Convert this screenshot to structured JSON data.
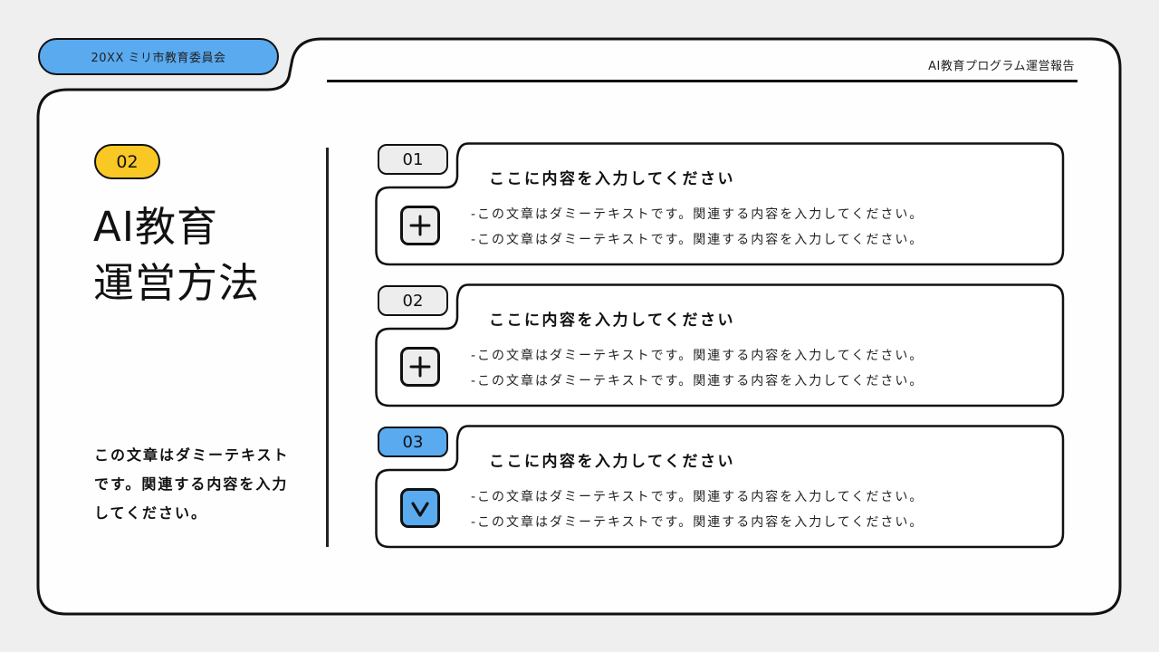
{
  "header": {
    "organization": "20XX ミリ市教育委員会",
    "report_title": "AI教育プログラム運営報告"
  },
  "section": {
    "number": "02",
    "title_line1": "AI教育",
    "title_line2": "運営方法",
    "description": "この文章はダミーテキストです。関連する内容を入力してください。"
  },
  "colors": {
    "accent_blue": "#5aaaf0",
    "accent_yellow": "#f9c825",
    "outline": "#111111",
    "background": "#f0efef",
    "panel": "#ffffff"
  },
  "items": [
    {
      "number": "01",
      "title": "ここに内容を入力してください",
      "icon": "plus-icon",
      "active": false,
      "lines": [
        "-この文章はダミーテキストです。関連する内容を入力してください。",
        "-この文章はダミーテキストです。関連する内容を入力してください。"
      ]
    },
    {
      "number": "02",
      "title": "ここに内容を入力してください",
      "icon": "plus-icon",
      "active": false,
      "lines": [
        "-この文章はダミーテキストです。関連する内容を入力してください。",
        "-この文章はダミーテキストです。関連する内容を入力してください。"
      ]
    },
    {
      "number": "03",
      "title": "ここに内容を入力してください",
      "icon": "check-icon",
      "active": true,
      "lines": [
        "-この文章はダミーテキストです。関連する内容を入力してください。",
        "-この文章はダミーテキストです。関連する内容を入力してください。"
      ]
    }
  ]
}
